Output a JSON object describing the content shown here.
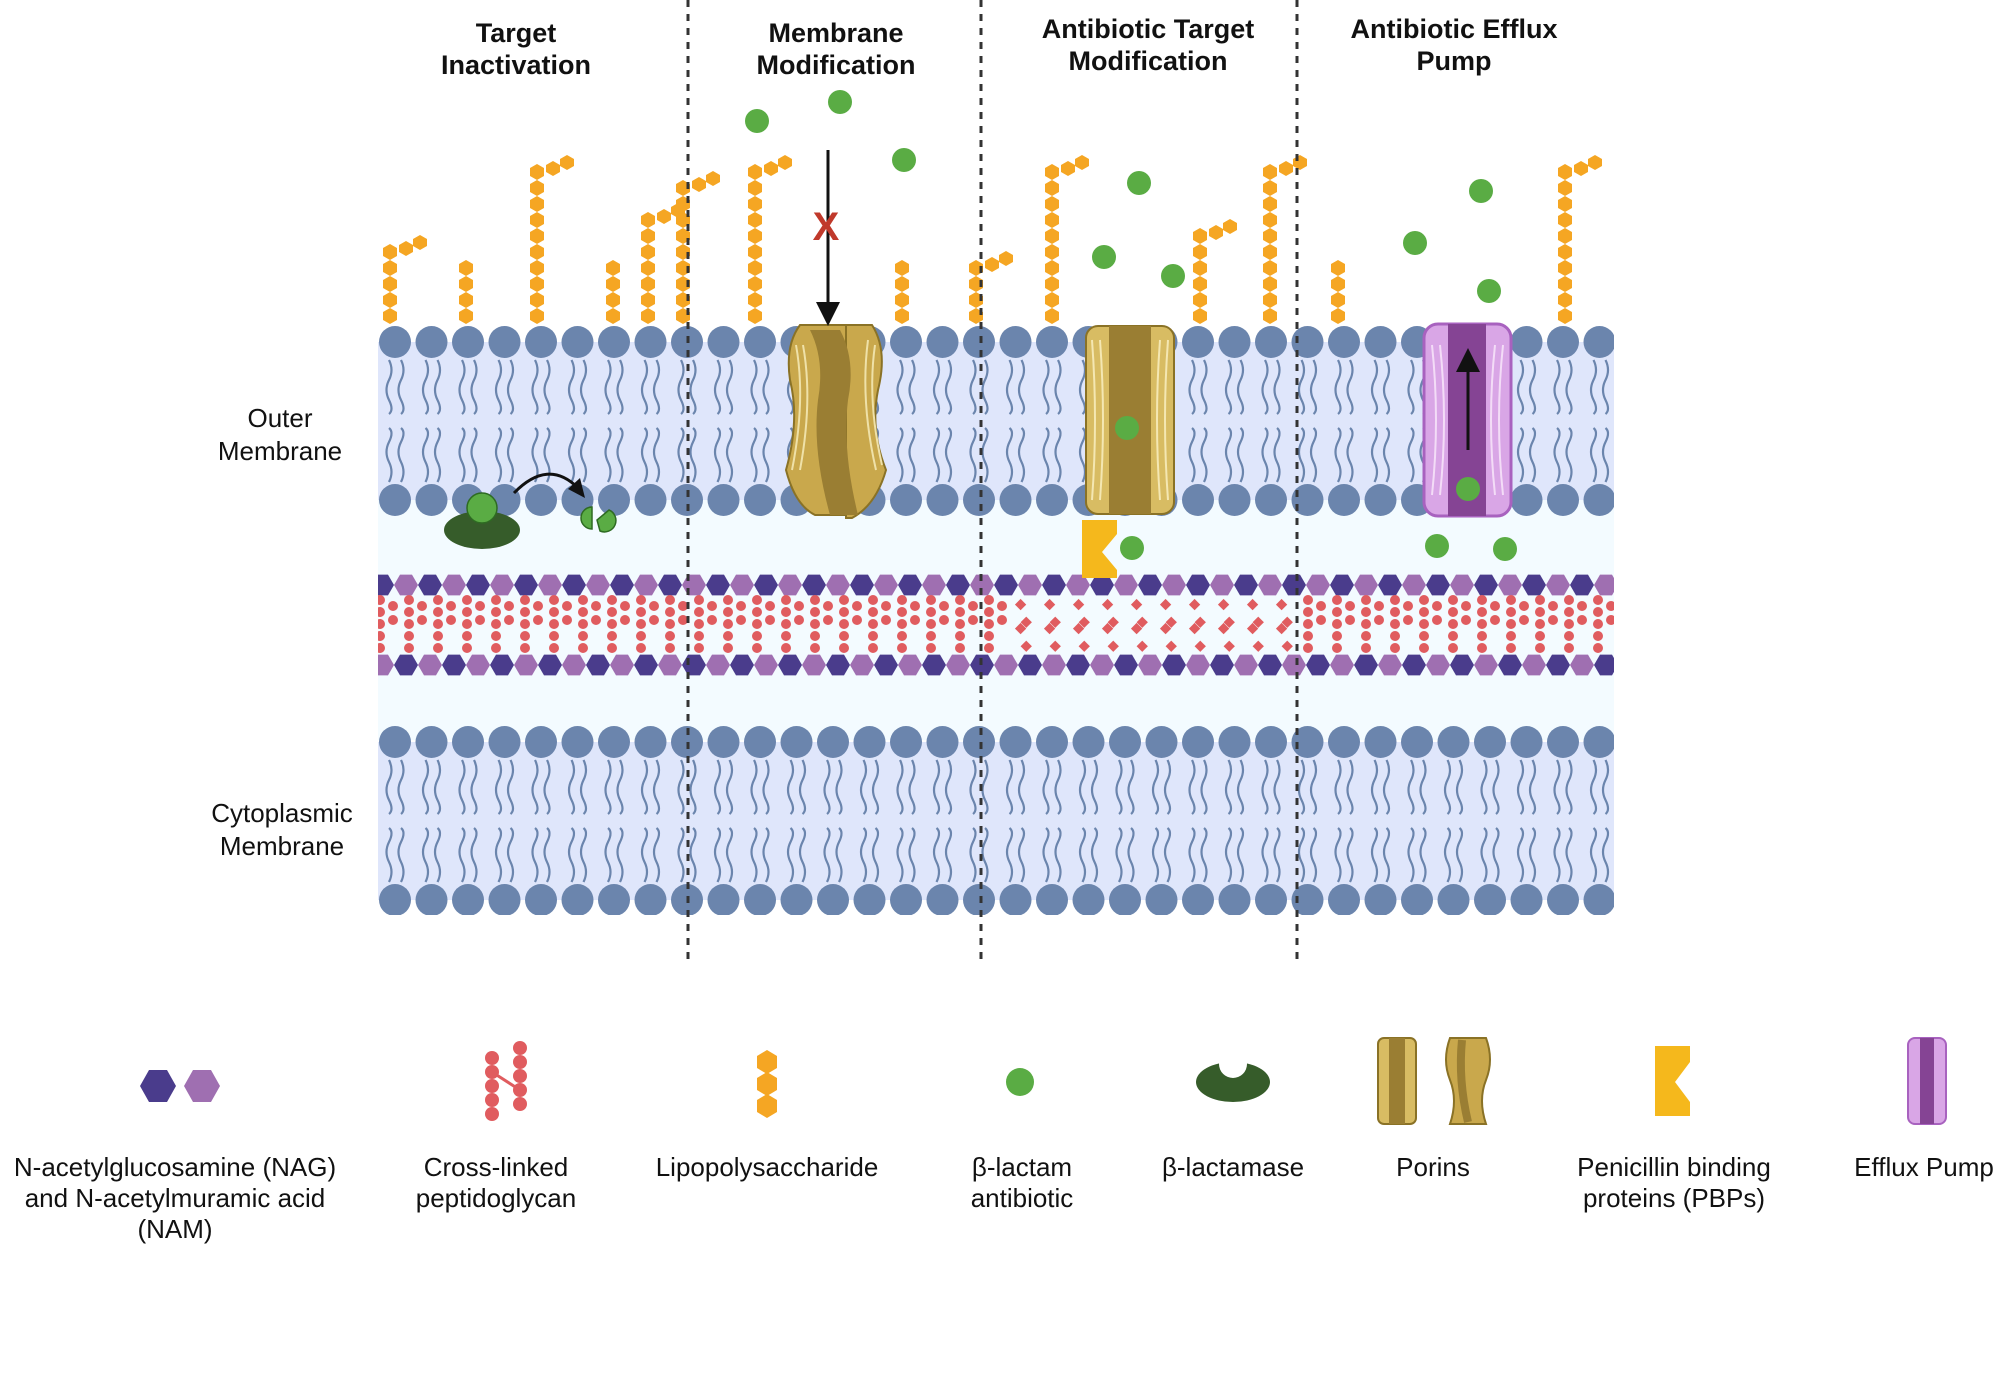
{
  "sections": [
    {
      "title_lines": [
        "Target",
        "Inactivation"
      ]
    },
    {
      "title_lines": [
        "Membrane",
        "Modification"
      ]
    },
    {
      "title_lines": [
        "Antibiotic Target",
        "Modification"
      ]
    },
    {
      "title_lines": [
        "Antibiotic Efflux",
        "Pump"
      ]
    }
  ],
  "side_labels": {
    "outer": [
      "Outer",
      "Membrane"
    ],
    "cytoplasmic": [
      "Cytoplasmic",
      "Membrane"
    ]
  },
  "blocked_mark": "X",
  "legend": [
    {
      "icon": "nag-nam-icon",
      "lines": [
        "N-acetylglucosamine (NAG)",
        "and N-acetylmuramic acid",
        "(NAM)"
      ]
    },
    {
      "icon": "peptidoglycan-icon",
      "lines": [
        "Cross-linked",
        "peptidoglycan"
      ]
    },
    {
      "icon": "lipopolysaccharide-icon",
      "lines": [
        "Lipopolysaccharide"
      ]
    },
    {
      "icon": "beta-lactam-icon",
      "lines": [
        "β-lactam",
        "antibiotic"
      ]
    },
    {
      "icon": "beta-lactamase-icon",
      "lines": [
        "β-lactamase"
      ]
    },
    {
      "icon": "porin-icon",
      "lines": [
        "Porins"
      ]
    },
    {
      "icon": "pbp-icon",
      "lines": [
        "Penicillin binding",
        "proteins (PBPs)"
      ]
    },
    {
      "icon": "efflux-pump-icon",
      "lines": [
        "Efflux Pump"
      ]
    }
  ],
  "colors": {
    "lipid_head": "#6b85ad",
    "membrane_fill": "#dfe6fb",
    "nag": "#4a3c8c",
    "nam": "#9f6fb1",
    "peptide": "#e05c5f",
    "lps": "#f5a623",
    "antibiotic": "#5aac44",
    "beta_lactamase": "#365c2a",
    "porin": "#c9a84c",
    "pbp": "#f5b81c",
    "efflux": "#b877c9"
  }
}
